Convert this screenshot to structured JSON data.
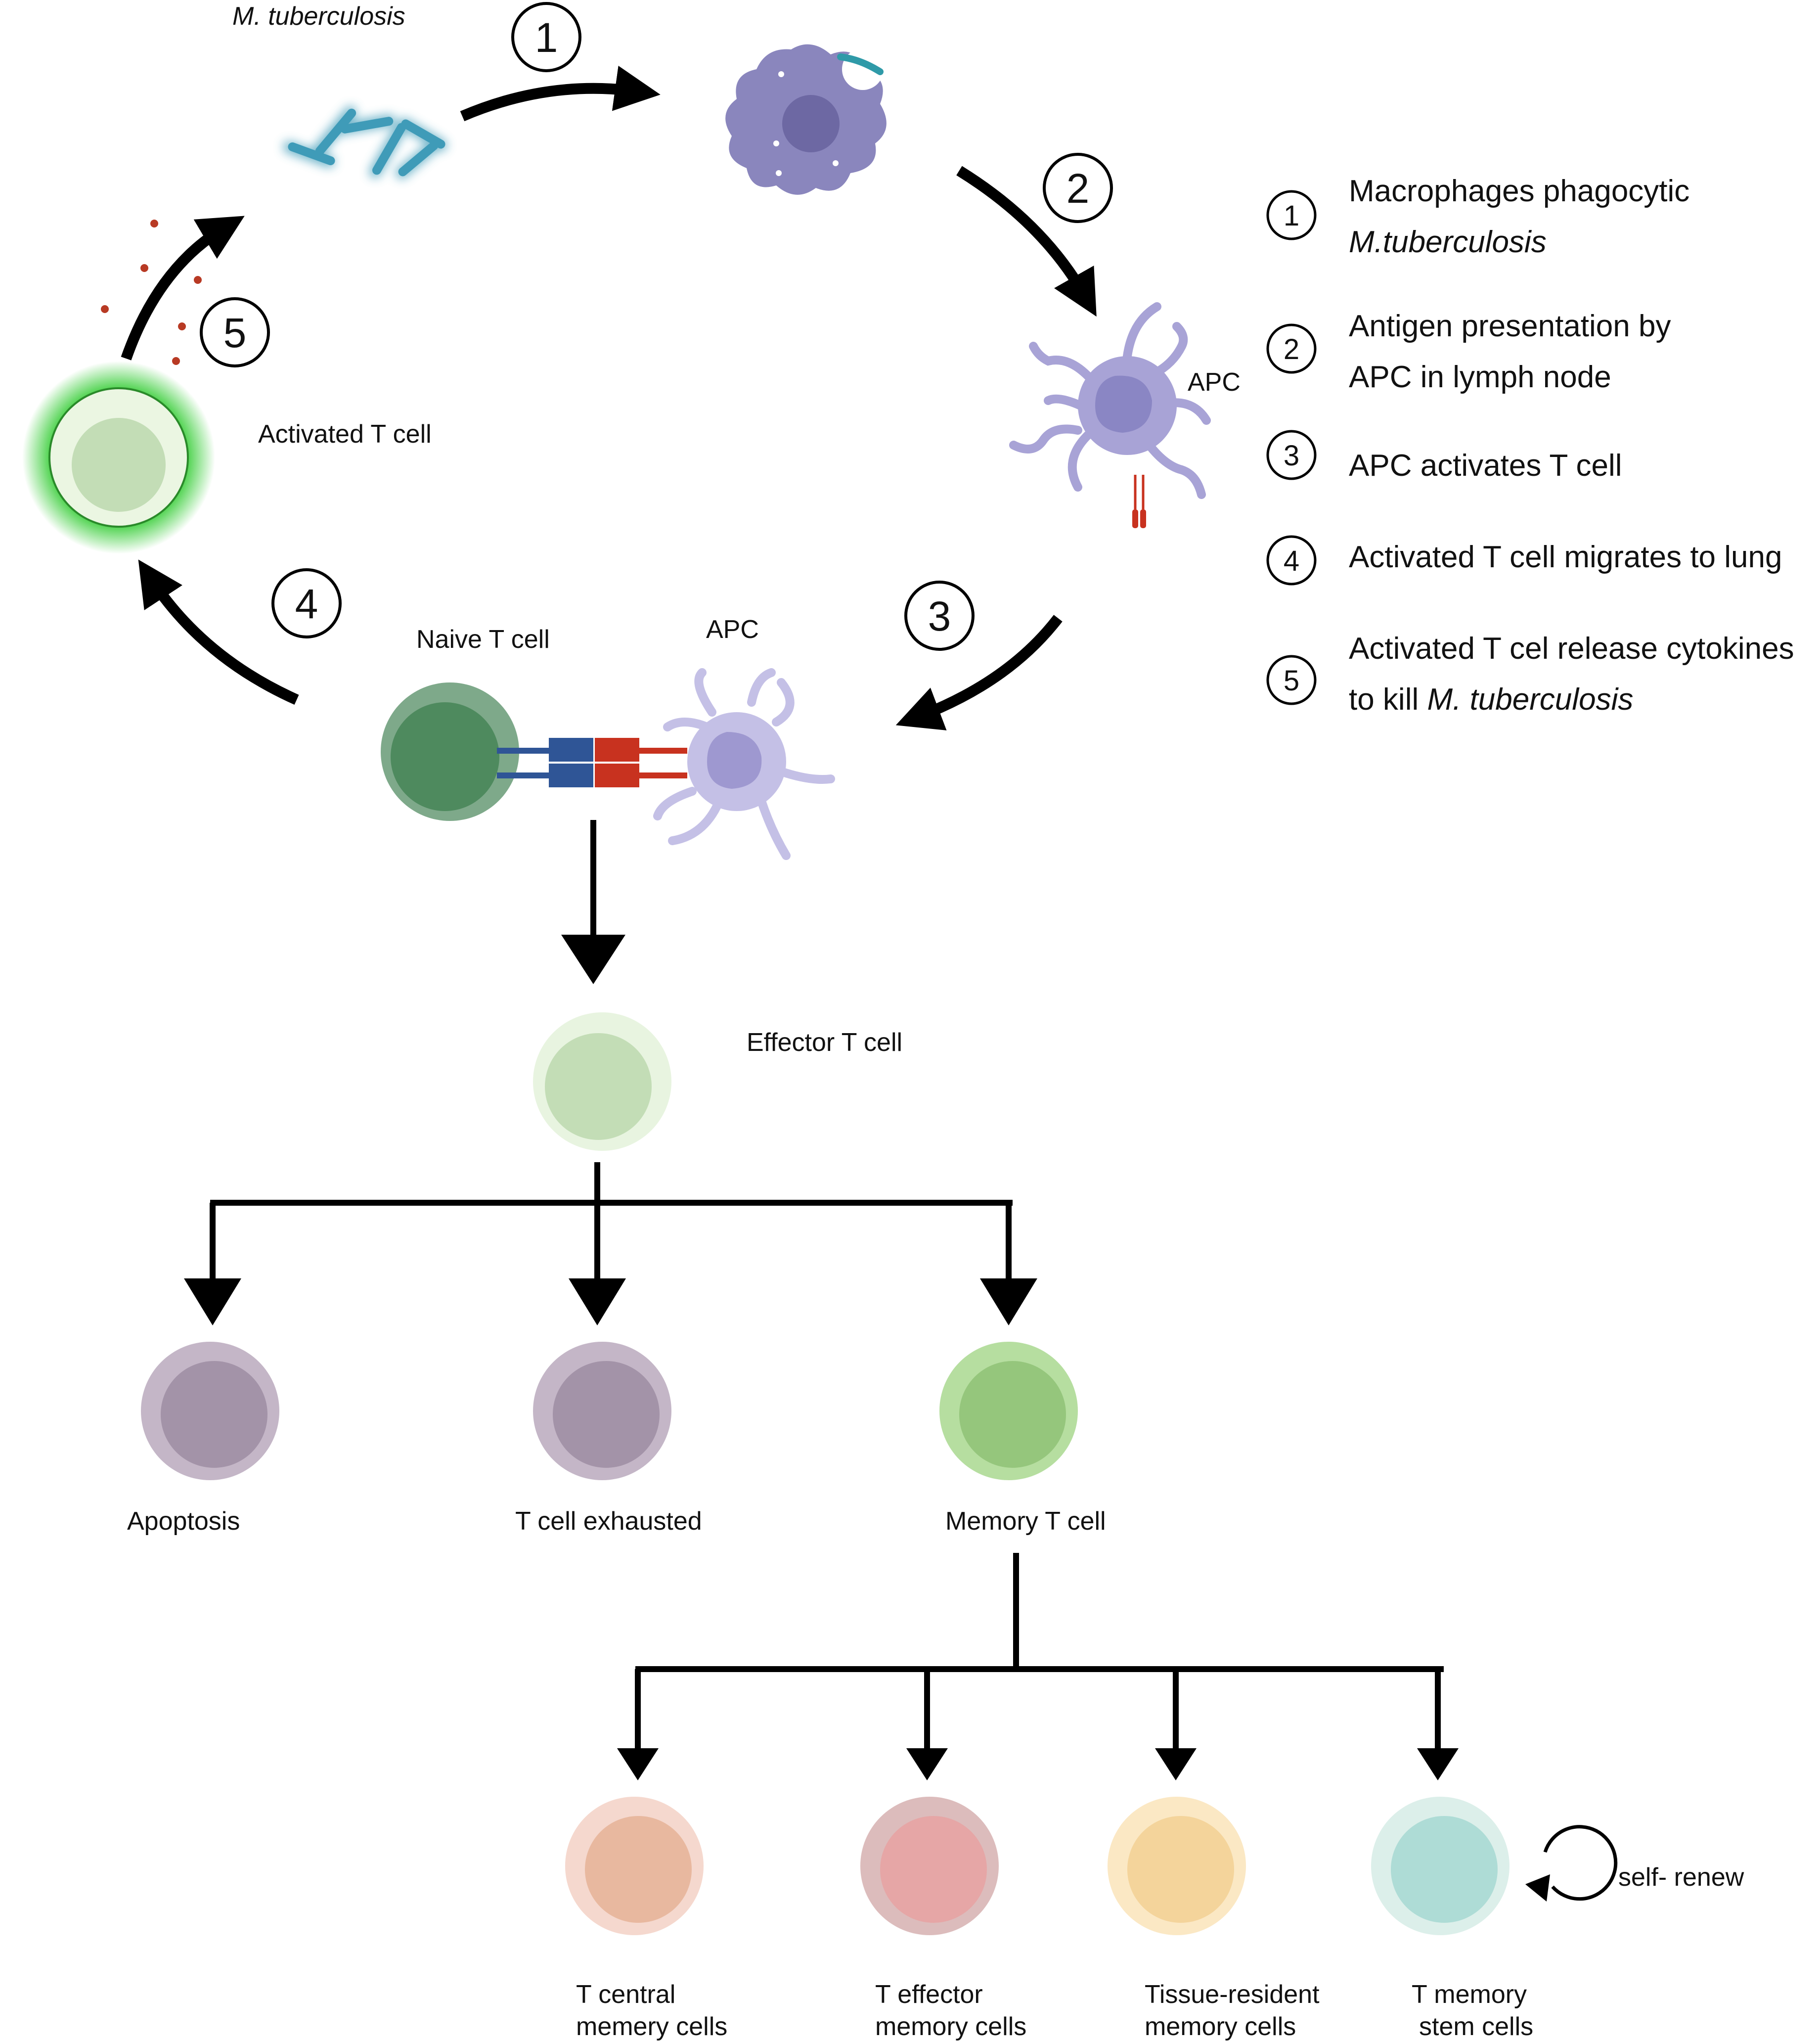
{
  "top": {
    "bacteria_label": "M. tuberculosis",
    "apc_label_1": "APC",
    "apc_label_2": "APC",
    "naive_label": "Naive  T  cell",
    "activated_label": "Activated T cell",
    "effector_label": "Effector  T  cell"
  },
  "steps": [
    "1",
    "2",
    "3",
    "4",
    "5"
  ],
  "legend": [
    {
      "num": "1",
      "line1": "Macrophages phagocytic",
      "line2": "M.tuberculosis"
    },
    {
      "num": "2",
      "line1": "Antigen presentation by",
      "line2": "APC in lymph node"
    },
    {
      "num": "3",
      "line1": "APC activates T cell",
      "line2": ""
    },
    {
      "num": "4",
      "line1": "Activated T cell migrates to lung",
      "line2": ""
    },
    {
      "num": "5",
      "line1": "Activated T cel release cytokines",
      "line2_prefix": "to kill ",
      "line2": "M. tuberculosis"
    }
  ],
  "fates": {
    "apoptosis": "Apoptosis",
    "exhausted": "T  cell  exhausted",
    "memory": "Memory  T  cell"
  },
  "memory_types": [
    {
      "line1": "T central",
      "line2": "memery cells"
    },
    {
      "line1": "T effector",
      "line2": "memory cells"
    },
    {
      "line1": "Tissue-resident",
      "line2": "memory cells"
    },
    {
      "line1": "T memory",
      "line2": "stem cells"
    }
  ],
  "self_renew": "self- renew",
  "colors": {
    "arrow": "#000000",
    "bacteria": "#3f9bb8",
    "macrophage": "#8a86bd",
    "apc": "#a8a3d6",
    "naive_outer": "#7ea98a",
    "naive_inner": "#4e8a5e",
    "activated_glow": "#33cc33",
    "effector": "#c3ddb6",
    "apoptosis": "#a393a8",
    "memory_t": "#95c67c",
    "t_central": "#e8b89f",
    "t_effector": "#e6a6a6",
    "tissue_resident": "#f4d49b",
    "stem": "#aedcd6",
    "tcr_blue": "#2f5596",
    "mhc_red": "#c8321f",
    "cytokine": "#b83a24"
  }
}
